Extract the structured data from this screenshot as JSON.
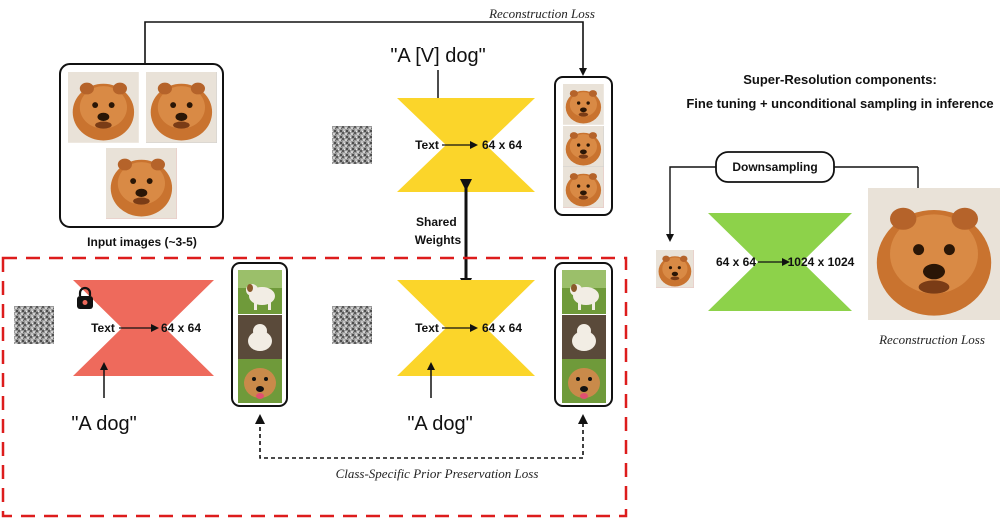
{
  "labels": {
    "reconstruction_loss_top": "Reconstruction Loss",
    "prompt_v_dog": "\"A [V] dog\"",
    "prompt_a_dog_left": "\"A dog\"",
    "prompt_a_dog_right": "\"A dog\"",
    "input_images": "Input images (~3-5)",
    "shared_weights_line1": "Shared",
    "shared_weights_line2": "Weights",
    "class_prior_loss": "Class-Specific Prior Preservation Loss",
    "sr_title_line1": "Super-Resolution components:",
    "sr_title_line2": "Fine tuning + unconditional sampling in inference",
    "downsampling": "Downsampling",
    "reconstruction_loss_sr": "Reconstruction Loss"
  },
  "models": {
    "top_yellow": {
      "text": "Text",
      "res": "64 x 64"
    },
    "bottom_red": {
      "text": "Text",
      "res": "64 x 64"
    },
    "bottom_yellow": {
      "text": "Text",
      "res": "64 x 64"
    },
    "sr_green": {
      "res_in": "64 x 64",
      "res_out": "1024 x 1024"
    }
  },
  "colors": {
    "yellow": "#fbd52a",
    "red": "#ee6a5c",
    "green": "#8dd24a",
    "dash_red": "#dd1c1c",
    "chow_fur": "#c9732f",
    "chow_dark": "#7a3c16",
    "noise": "#8c8c8c"
  },
  "icons": {
    "lock": "lock-icon",
    "noise": "noise-image",
    "chow_photo": "chow-chow-photo",
    "generic_dog_photo": "dog-photo"
  }
}
